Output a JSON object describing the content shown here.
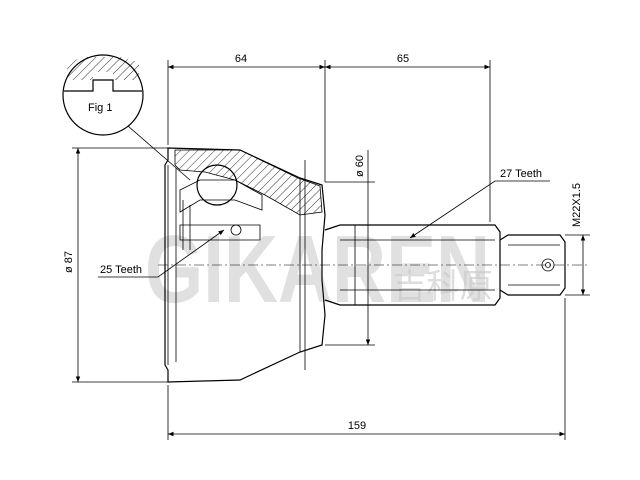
{
  "drawing": {
    "dimensions": {
      "length_64": "64",
      "length_65": "65",
      "total_length": "159",
      "dia_87": "ø 87",
      "dia_60": "ø 60",
      "thread": "M22X1.5"
    },
    "labels": {
      "fig": "Fig 1",
      "teeth_outer": "27 Teeth",
      "teeth_inner": "25 Teeth"
    },
    "watermark": {
      "latin": "GIKAREN",
      "chinese": "吉科原"
    }
  }
}
